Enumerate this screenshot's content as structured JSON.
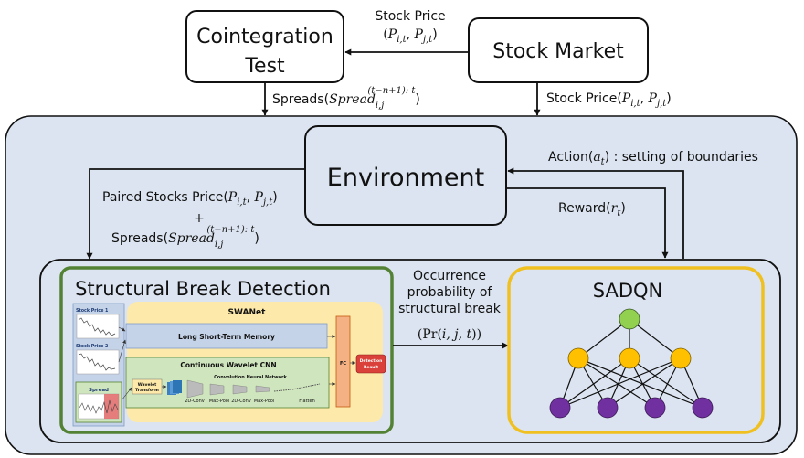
{
  "boxes": {
    "coint_line1": "Cointegration",
    "coint_line2": "Test",
    "stock_market": "Stock Market",
    "environment": "Environment",
    "sbd_title": "Structural Break Detection",
    "sadqn_title": "SADQN"
  },
  "edges": {
    "price_top_line1": "Stock Price",
    "price_top_line2_open": "(",
    "price_top_P1": "P",
    "price_top_sub1": "i,t",
    "price_top_comma": ", ",
    "price_top_P2": "P",
    "price_top_sub2": "j,t",
    "price_top_close": ")",
    "spreads_top_prefix": "Spreads(",
    "spreads_top_var": "Spread",
    "spreads_top_sub": "i,j",
    "spreads_top_sup": "(t−n+1): t",
    "spreads_top_close": ")",
    "price_right_prefix": "Stock Price(",
    "price_right_P1": "P",
    "price_right_sub1": "i,t",
    "price_right_comma": ", ",
    "price_right_P2": "P",
    "price_right_sub2": "j,t",
    "price_right_close": ")",
    "action_prefix": "Action(",
    "action_var": "a",
    "action_sub": "t",
    "action_suffix": ") : setting of boundaries",
    "reward_prefix": "Reward(",
    "reward_var": "r",
    "reward_sub": "t",
    "reward_close": ")",
    "paired_prefix": "Paired Stocks Price(",
    "paired_P1": "P",
    "paired_sub1": "i,t",
    "paired_comma": ", ",
    "paired_P2": "P",
    "paired_sub2": "j,t",
    "paired_close": ")",
    "plus": "+",
    "spreads_left_prefix": "Spreads(",
    "spreads_left_var": "Spread",
    "spreads_left_sub": "i,j",
    "spreads_left_sup": "(t−n+1): t",
    "spreads_left_close": ")",
    "occ_line1": "Occurrence",
    "occ_line2": "probability of",
    "occ_line3": "structural break",
    "occ_line4_open": "(Pr(",
    "occ_line4_vars": "i, j, t",
    "occ_line4_close": "))"
  },
  "swanet": {
    "title": "SWANet",
    "stock_price_1": "Stock Price 1",
    "stock_price_2": "Stock Price 2",
    "spread": "Spread",
    "lstm": "Long Short-Term Memory",
    "cwcnn": "Continuous Wavelet CNN",
    "cnn": "Convolution Neural Network",
    "wavelet_line1": "Wavelet",
    "wavelet_line2": "Transform",
    "conv2d_a": "2D-Conv",
    "maxpool_a": "Max-Pool",
    "conv2d_b": "2D-Conv",
    "maxpool_b": "Max-Pool",
    "flatten": "Flatten",
    "fc": "FC",
    "detect_line1": "Detection",
    "detect_line2": "Result"
  },
  "colors": {
    "outer_fill": "#dbe4f0",
    "sbd_border": "#548235",
    "sadqn_border": "#f0c020",
    "swanet_fill": "#fde9a9",
    "lstm_fill": "#c5d3e8",
    "cwcnn_fill": "#cfe5bd",
    "fc_fill": "#f4b183",
    "detect_fill": "#d9413a",
    "node_green": "#92d050",
    "node_yellow": "#ffc000",
    "node_purple": "#7030a0"
  }
}
